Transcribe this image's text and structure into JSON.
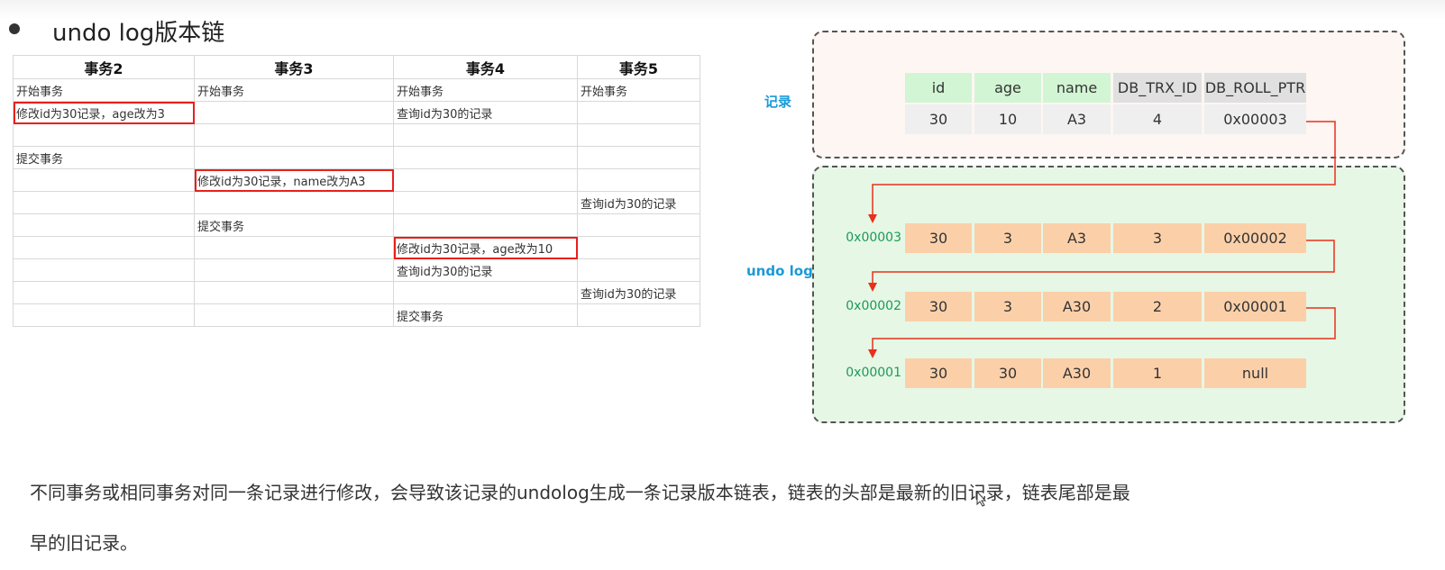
{
  "title": "undo log版本链",
  "tx_table": {
    "headers": [
      "事务2",
      "事务3",
      "事务4",
      "事务5"
    ],
    "rows": [
      [
        "开始事务",
        "开始事务",
        "开始事务",
        "开始事务"
      ],
      [
        "修改id为30记录，age改为3",
        "",
        "查询id为30的记录",
        ""
      ],
      [
        "",
        "",
        "",
        ""
      ],
      [
        "提交事务",
        "",
        "",
        ""
      ],
      [
        "",
        "修改id为30记录，name改为A3",
        "",
        ""
      ],
      [
        "",
        "",
        "",
        "查询id为30的记录"
      ],
      [
        "",
        "提交事务",
        "",
        ""
      ],
      [
        "",
        "",
        "修改id为30记录，age改为10",
        ""
      ],
      [
        "",
        "",
        "查询id为30的记录",
        ""
      ],
      [
        "",
        "",
        "",
        "查询id为30的记录"
      ],
      [
        "",
        "",
        "提交事务",
        ""
      ]
    ],
    "highlighted": [
      [
        1,
        0
      ],
      [
        4,
        1
      ],
      [
        7,
        2
      ]
    ]
  },
  "diagram": {
    "record_label": "记录",
    "undo_label": "undo log",
    "columns": [
      "id",
      "age",
      "name",
      "DB_TRX_ID",
      "DB_ROLL_PTR"
    ],
    "record": [
      "30",
      "10",
      "A3",
      "4",
      "0x00003"
    ],
    "undo_rows": [
      {
        "addr": "0x00003",
        "values": [
          "30",
          "3",
          "A3",
          "3",
          "0x00002"
        ]
      },
      {
        "addr": "0x00002",
        "values": [
          "30",
          "3",
          "A30",
          "2",
          "0x00001"
        ]
      },
      {
        "addr": "0x00001",
        "values": [
          "30",
          "30",
          "A30",
          "1",
          "null"
        ]
      }
    ],
    "colors": {
      "arrow": "#e8301a",
      "addr": "#1c9a55",
      "label": "#1a9ad8"
    }
  },
  "paragraph": [
    "不同事务或相同事务对同一条记录进行修改，会导致该记录的undolog生成一条记录版本链表，链表的头部是最新的旧记录，链表尾部是最",
    "早的旧记录。"
  ]
}
